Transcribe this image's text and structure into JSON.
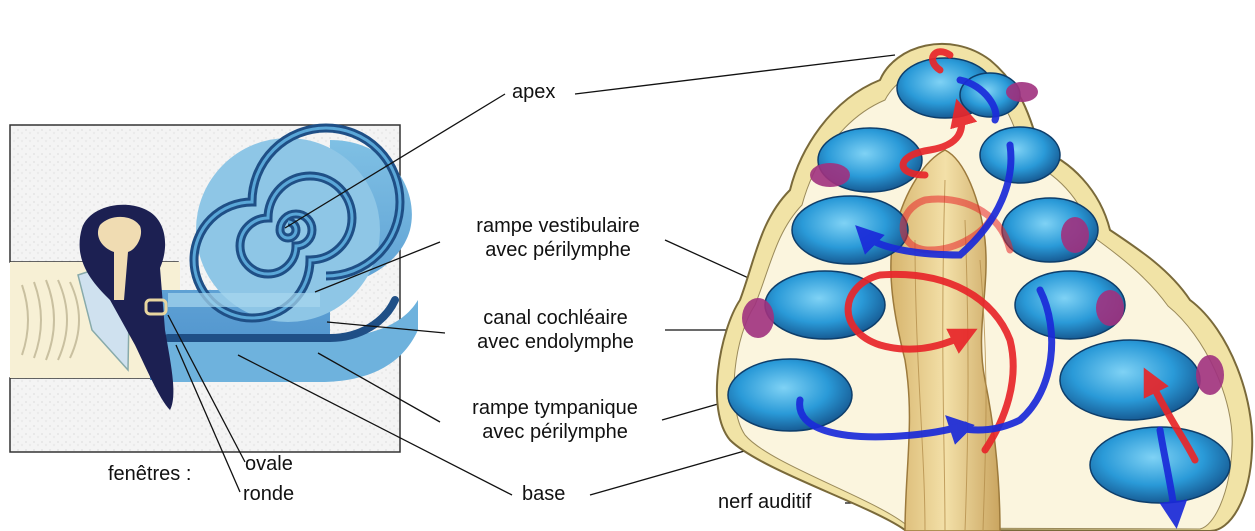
{
  "labels": {
    "apex": "apex",
    "rampe_vestibulaire_1": "rampe vestibulaire",
    "rampe_vestibulaire_2": "avec périlymphe",
    "canal_cochleaire_1": "canal cochléaire",
    "canal_cochleaire_2": "avec endolymphe",
    "rampe_tympanique_1": "rampe tympanique",
    "rampe_tympanique_2": "avec périlymphe",
    "base": "base",
    "nerf_auditif": "nerf auditif",
    "fenetres": "fenêtres :",
    "ovale": "ovale",
    "ronde": "ronde"
  },
  "colors": {
    "cochlea_light": "#8ec6e6",
    "cochlea_dark": "#1f4f86",
    "canal_blue": "#29a3e0",
    "bone": "#f1e3a6",
    "nerve": "#e8cf8c",
    "flow_red": "#e8262a",
    "flow_blue": "#1a2ad9",
    "magenta": "#a0317e",
    "ossicle_navy": "#1c2052"
  }
}
